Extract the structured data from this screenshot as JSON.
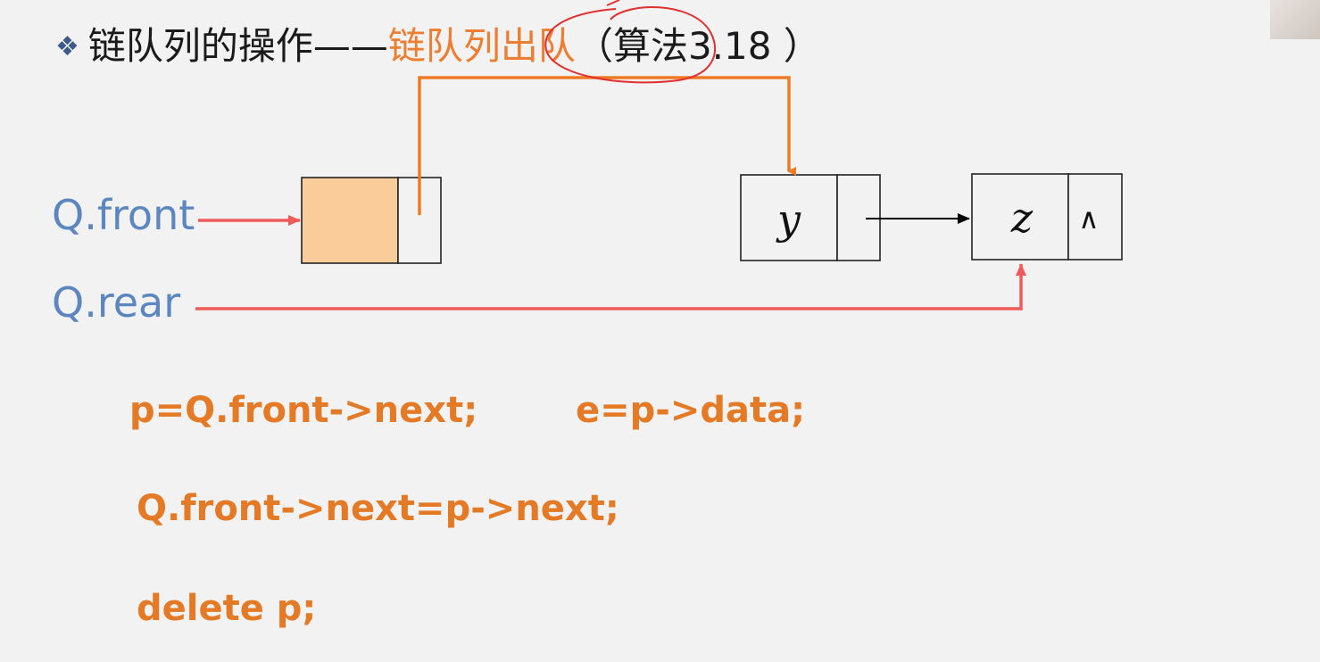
{
  "title": {
    "bullet": "❖",
    "prefix": "链队列的操作——",
    "highlight": "链队列出队",
    "suffix": "（算法3.18 ）"
  },
  "labels": {
    "front": "Q.front",
    "rear": "Q.rear"
  },
  "nodes": {
    "node_y": "y",
    "node_z": "z",
    "null_marker": "∧"
  },
  "code": {
    "line1a": "p=Q.front->next;",
    "line1b": "e=p->data;",
    "line2": "Q.front->next=p->next;",
    "line3": "delete p;"
  },
  "colors": {
    "head_fill": "#f9cc99",
    "orange_arrow": "#f07a24",
    "red_arrow": "#f05a5a",
    "annotation": "#e03030",
    "label_blue": "#5b86c0",
    "code_orange": "#e47a26"
  }
}
